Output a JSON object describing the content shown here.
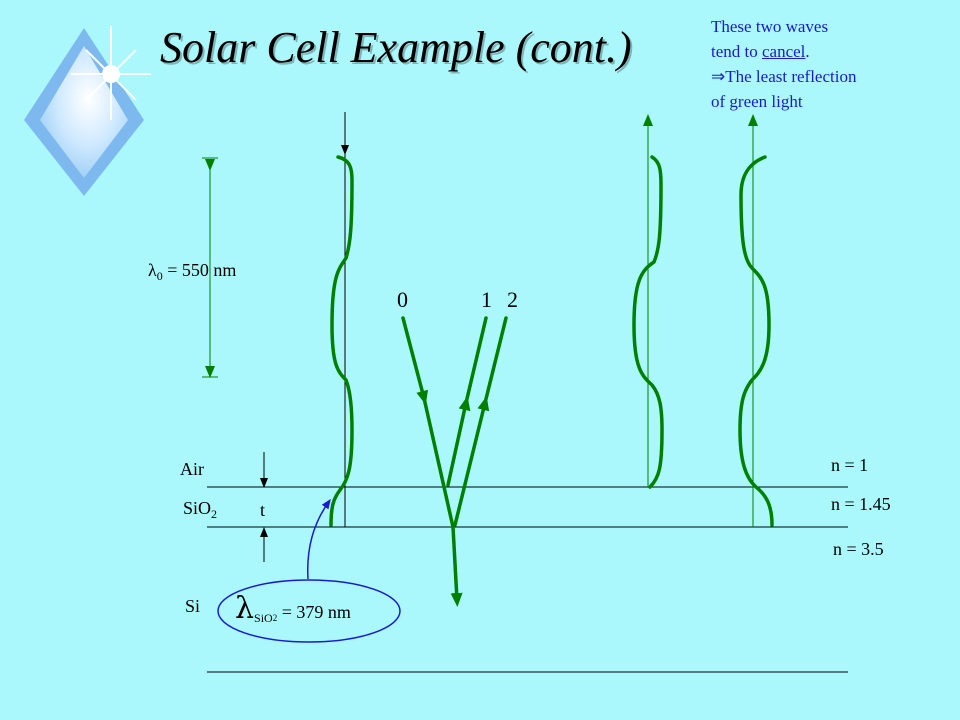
{
  "title": "Solar Cell Example (cont.)",
  "note": {
    "line1": "These two waves",
    "line2_prefix": "tend to ",
    "line2_underlined": "cancel",
    "line2_suffix": ".",
    "arrow": "⇒",
    "line3": "The least reflection",
    "line4": "of green light"
  },
  "wavelength_label": {
    "symbol": "λ",
    "sub": "0",
    "text": " = 550 nm"
  },
  "rays": [
    "0",
    "1",
    "2"
  ],
  "layers": {
    "air": "Air",
    "sio2": "SiO",
    "sio2_sub": "2",
    "si": "Si",
    "thickness": "t"
  },
  "indices": {
    "air": "n = 1",
    "sio2": "n = 1.45",
    "si": "n = 3.5"
  },
  "sio2_wavelength": {
    "symbol": "λ",
    "sub": "SiO",
    "subsub": "2",
    "text": " = 379 nm"
  },
  "colors": {
    "background": "#aaf8fb",
    "wave": "#008000",
    "note_text": "#1a1ad0",
    "line": "#000000"
  },
  "icons": [
    "diamond-star-logo-icon"
  ]
}
